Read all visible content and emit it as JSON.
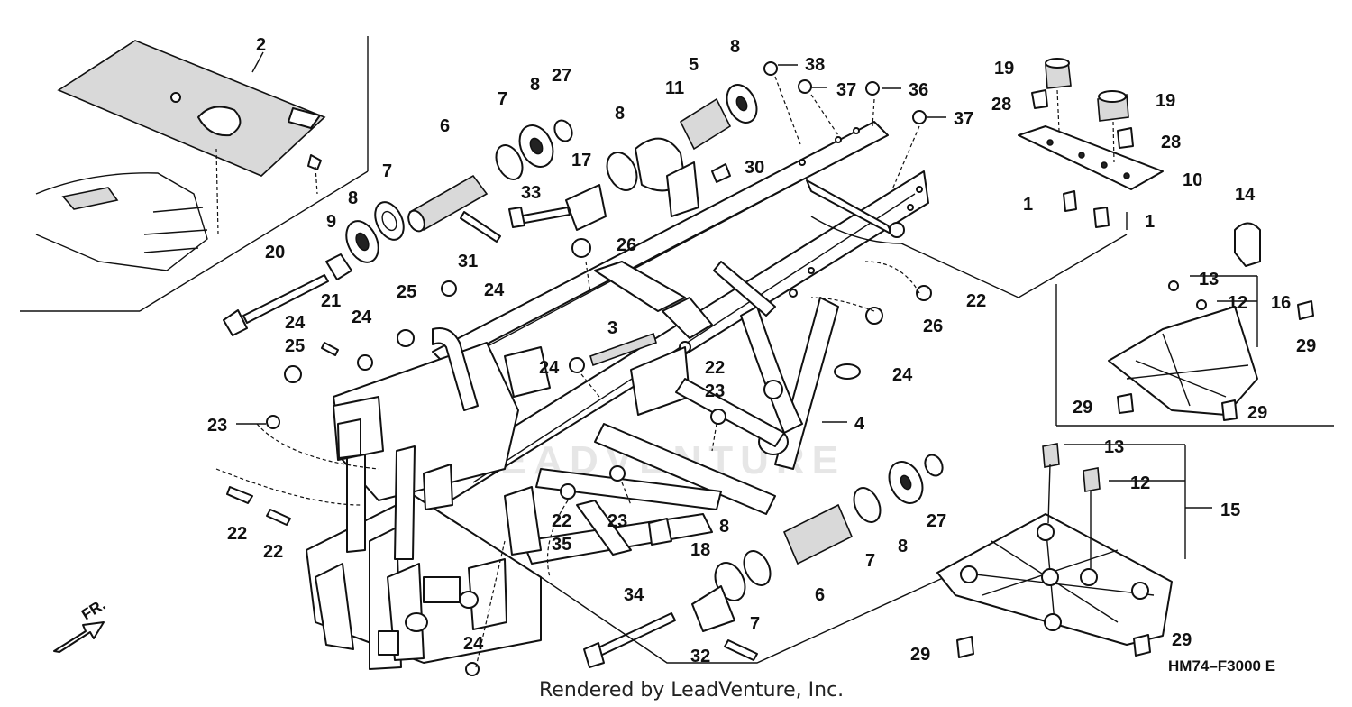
{
  "diagram": {
    "part_code": "HM74–F3000 E",
    "credit": "Rendered by LeadVenture, Inc.",
    "direction_label": "FR.",
    "watermark": "LEADVENTURE",
    "callouts": [
      {
        "id": "c-2",
        "label": "2"
      },
      {
        "id": "c-8a",
        "label": "8"
      },
      {
        "id": "c-7a",
        "label": "7"
      },
      {
        "id": "c-9",
        "label": "9"
      },
      {
        "id": "c-20",
        "label": "20"
      },
      {
        "id": "c-21",
        "label": "21"
      },
      {
        "id": "c-24a",
        "label": "24"
      },
      {
        "id": "c-25a",
        "label": "25"
      },
      {
        "id": "c-24b",
        "label": "24"
      },
      {
        "id": "c-25b",
        "label": "25"
      },
      {
        "id": "c-24c",
        "label": "24"
      },
      {
        "id": "c-23a",
        "label": "23"
      },
      {
        "id": "c-22a",
        "label": "22"
      },
      {
        "id": "c-22b",
        "label": "22"
      },
      {
        "id": "c-6a",
        "label": "6"
      },
      {
        "id": "c-7b",
        "label": "7"
      },
      {
        "id": "c-8b",
        "label": "8"
      },
      {
        "id": "c-27a",
        "label": "27"
      },
      {
        "id": "c-33",
        "label": "33"
      },
      {
        "id": "c-17",
        "label": "17"
      },
      {
        "id": "c-31",
        "label": "31"
      },
      {
        "id": "c-26a",
        "label": "26"
      },
      {
        "id": "c-8c",
        "label": "8"
      },
      {
        "id": "c-11",
        "label": "11"
      },
      {
        "id": "c-5",
        "label": "5"
      },
      {
        "id": "c-8d",
        "label": "8"
      },
      {
        "id": "c-30",
        "label": "30"
      },
      {
        "id": "c-38",
        "label": "38"
      },
      {
        "id": "c-37a",
        "label": "37"
      },
      {
        "id": "c-36",
        "label": "36"
      },
      {
        "id": "c-37b",
        "label": "37"
      },
      {
        "id": "c-3",
        "label": "3"
      },
      {
        "id": "c-24d",
        "label": "24"
      },
      {
        "id": "c-22c",
        "label": "22"
      },
      {
        "id": "c-26b",
        "label": "26"
      },
      {
        "id": "c-22d",
        "label": "22"
      },
      {
        "id": "c-24e",
        "label": "24"
      },
      {
        "id": "c-23b",
        "label": "23"
      },
      {
        "id": "c-22e",
        "label": "22"
      },
      {
        "id": "c-4",
        "label": "4"
      },
      {
        "id": "c-22f",
        "label": "22"
      },
      {
        "id": "c-35",
        "label": "35"
      },
      {
        "id": "c-23c",
        "label": "23"
      },
      {
        "id": "c-27b",
        "label": "27"
      },
      {
        "id": "c-8e",
        "label": "8"
      },
      {
        "id": "c-7c",
        "label": "7"
      },
      {
        "id": "c-6b",
        "label": "6"
      },
      {
        "id": "c-8f",
        "label": "8"
      },
      {
        "id": "c-18",
        "label": "18"
      },
      {
        "id": "c-7d",
        "label": "7"
      },
      {
        "id": "c-34",
        "label": "34"
      },
      {
        "id": "c-32",
        "label": "32"
      },
      {
        "id": "c-24f",
        "label": "24"
      },
      {
        "id": "c-19a",
        "label": "19"
      },
      {
        "id": "c-28a",
        "label": "28"
      },
      {
        "id": "c-19b",
        "label": "19"
      },
      {
        "id": "c-28b",
        "label": "28"
      },
      {
        "id": "c-10",
        "label": "10"
      },
      {
        "id": "c-1a",
        "label": "1"
      },
      {
        "id": "c-1b",
        "label": "1"
      },
      {
        "id": "c-14",
        "label": "14"
      },
      {
        "id": "c-13a",
        "label": "13"
      },
      {
        "id": "c-12a",
        "label": "12"
      },
      {
        "id": "c-16",
        "label": "16"
      },
      {
        "id": "c-29a",
        "label": "29"
      },
      {
        "id": "c-29b",
        "label": "29"
      },
      {
        "id": "c-29c",
        "label": "29"
      },
      {
        "id": "c-13b",
        "label": "13"
      },
      {
        "id": "c-12b",
        "label": "12"
      },
      {
        "id": "c-15",
        "label": "15"
      },
      {
        "id": "c-29d",
        "label": "29"
      },
      {
        "id": "c-29e",
        "label": "29"
      }
    ]
  }
}
